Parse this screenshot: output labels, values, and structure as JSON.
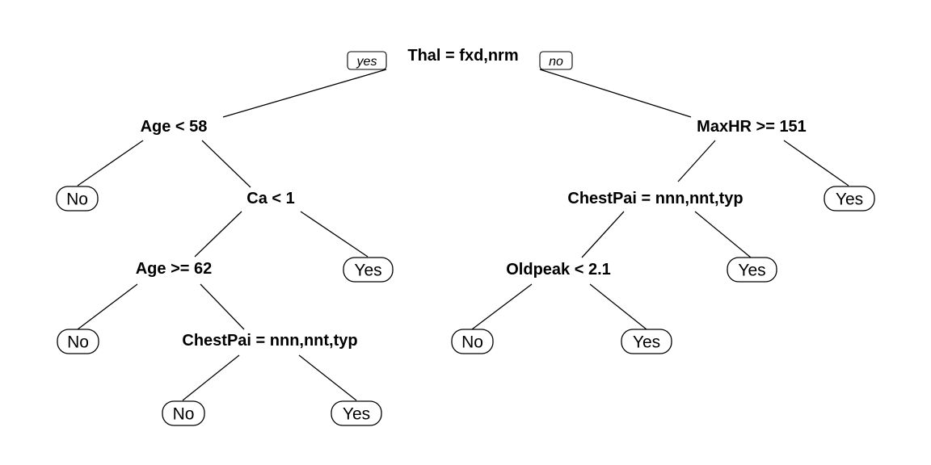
{
  "root": {
    "label": "Thal = fxd,nrm",
    "yes_label": "yes",
    "no_label": "no"
  },
  "splits": {
    "age_lt_58": "Age < 58",
    "maxhr_ge_151": "MaxHR >= 151",
    "ca_lt_1": "Ca < 1",
    "chestpai_right": "ChestPai = nnn,nnt,typ",
    "age_ge_62": "Age >= 62",
    "oldpeak_lt_2_1": "Oldpeak < 2.1",
    "chestpai_left": "ChestPai = nnn,nnt,typ"
  },
  "leaves": {
    "leaf_age_lt_58_yes": "No",
    "leaf_maxhr_no": "Yes",
    "leaf_ca_no": "Yes",
    "leaf_chestpai_right_no": "Yes",
    "leaf_age_ge_62_yes": "No",
    "leaf_oldpeak_yes": "No",
    "leaf_oldpeak_no": "Yes",
    "leaf_chestpai_left_yes": "No",
    "leaf_chestpai_left_no": "Yes"
  }
}
